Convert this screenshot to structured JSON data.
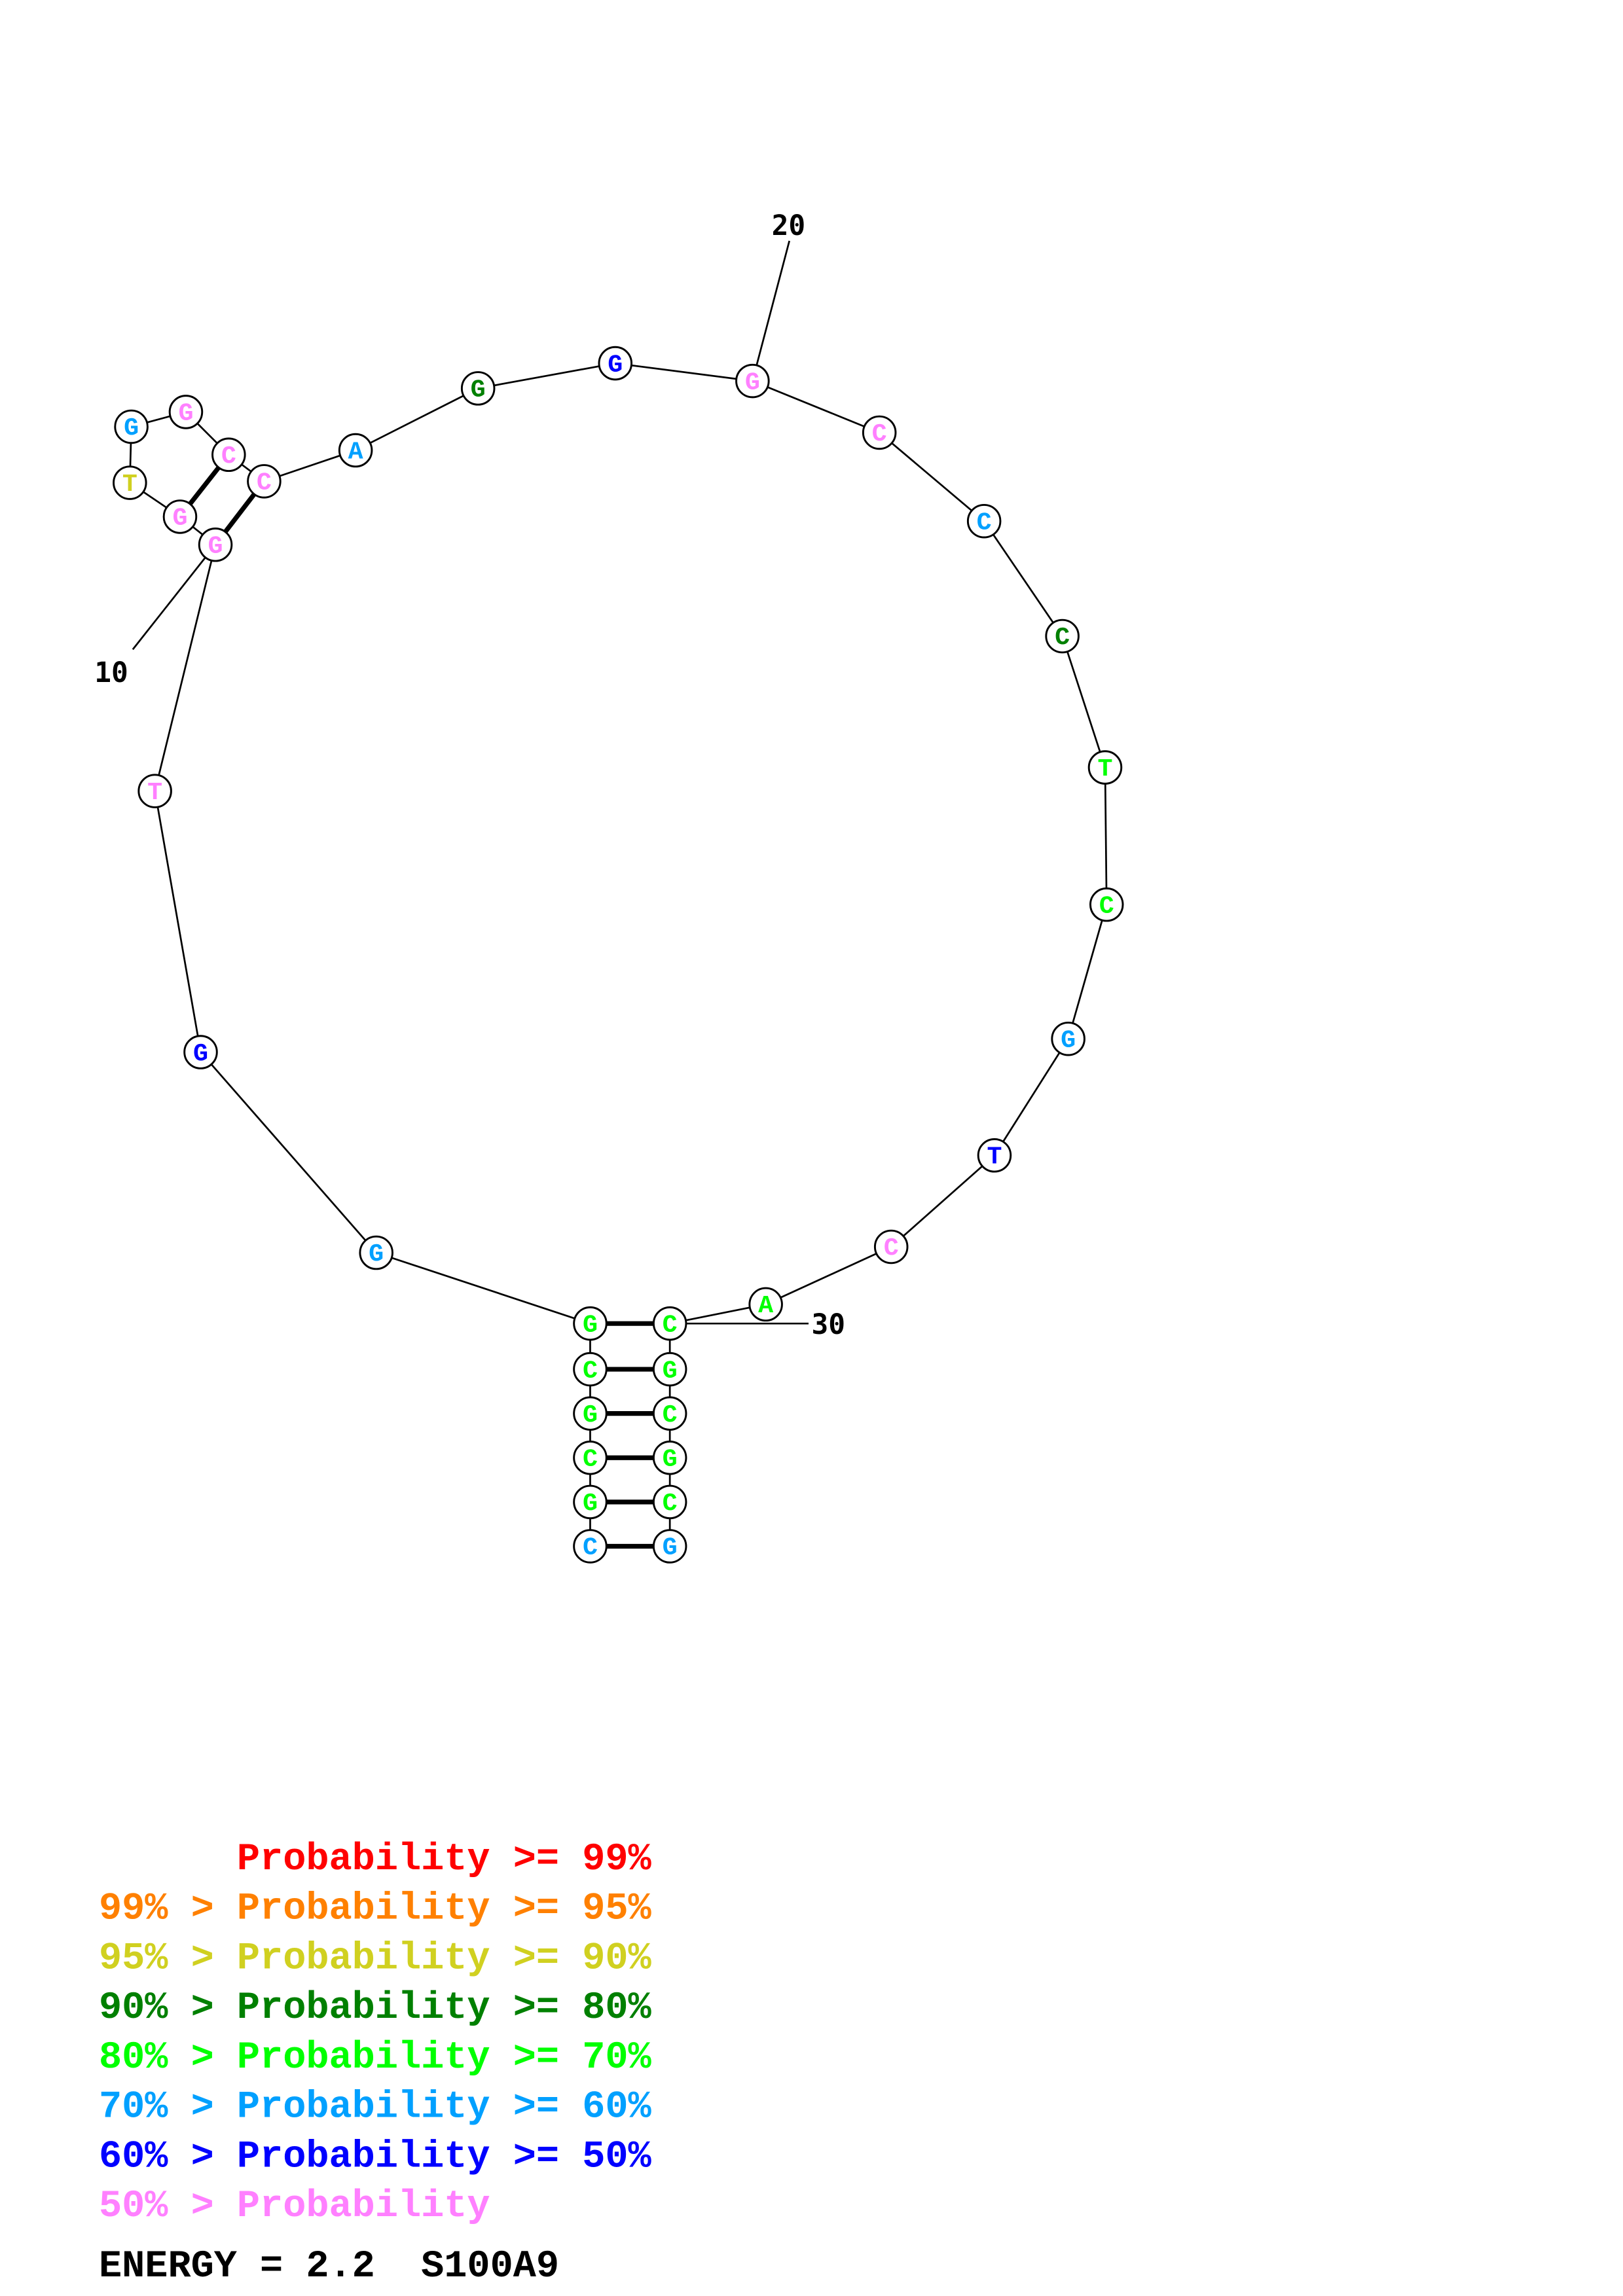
{
  "structure": {
    "sequence": [
      "C",
      "G",
      "C",
      "G",
      "C",
      "G",
      "G",
      "G",
      "T",
      "G",
      "G",
      "T",
      "G",
      "G",
      "C",
      "C",
      "A",
      "G",
      "G",
      "G",
      "C",
      "C",
      "C",
      "T",
      "C",
      "G",
      "T",
      "C",
      "A",
      "C",
      "G",
      "C",
      "G",
      "C",
      "G"
    ],
    "probability_class": [
      "60",
      "70",
      "70",
      "70",
      "70",
      "70",
      "60",
      "50",
      "lt50",
      "lt50",
      "lt50",
      "90",
      "60",
      "lt50",
      "lt50",
      "lt50",
      "60",
      "80",
      "50",
      "lt50",
      "lt50",
      "60",
      "80",
      "70",
      "70",
      "60",
      "50",
      "lt50",
      "70",
      "70",
      "70",
      "70",
      "70",
      "70",
      "60"
    ],
    "pairs": [
      [
        1,
        35
      ],
      [
        2,
        34
      ],
      [
        3,
        33
      ],
      [
        4,
        32
      ],
      [
        5,
        31
      ],
      [
        6,
        30
      ],
      [
        10,
        16
      ],
      [
        11,
        15
      ]
    ],
    "number_labels": [
      "10",
      "20",
      "30"
    ]
  },
  "class_colors": {
    "99": "#ff0000",
    "95": "#ff8000",
    "90": "#d0d020",
    "80": "#008000",
    "70": "#00ff00",
    "60": "#00a0ff",
    "50": "#0000ff",
    "lt50": "#ff80ff"
  },
  "legend": [
    {
      "text": "      Probability >= 99%",
      "color": "#ff0000"
    },
    {
      "text": "99% > Probability >= 95%",
      "color": "#ff8000"
    },
    {
      "text": "95% > Probability >= 90%",
      "color": "#d0d020"
    },
    {
      "text": "90% > Probability >= 80%",
      "color": "#008000"
    },
    {
      "text": "80% > Probability >= 70%",
      "color": "#00ff00"
    },
    {
      "text": "70% > Probability >= 60%",
      "color": "#00a0ff"
    },
    {
      "text": "60% > Probability >= 50%",
      "color": "#0000ff"
    },
    {
      "text": "50% > Probability",
      "color": "#ff80ff"
    }
  ],
  "energy_line": "ENERGY = 2.2  S100A9"
}
